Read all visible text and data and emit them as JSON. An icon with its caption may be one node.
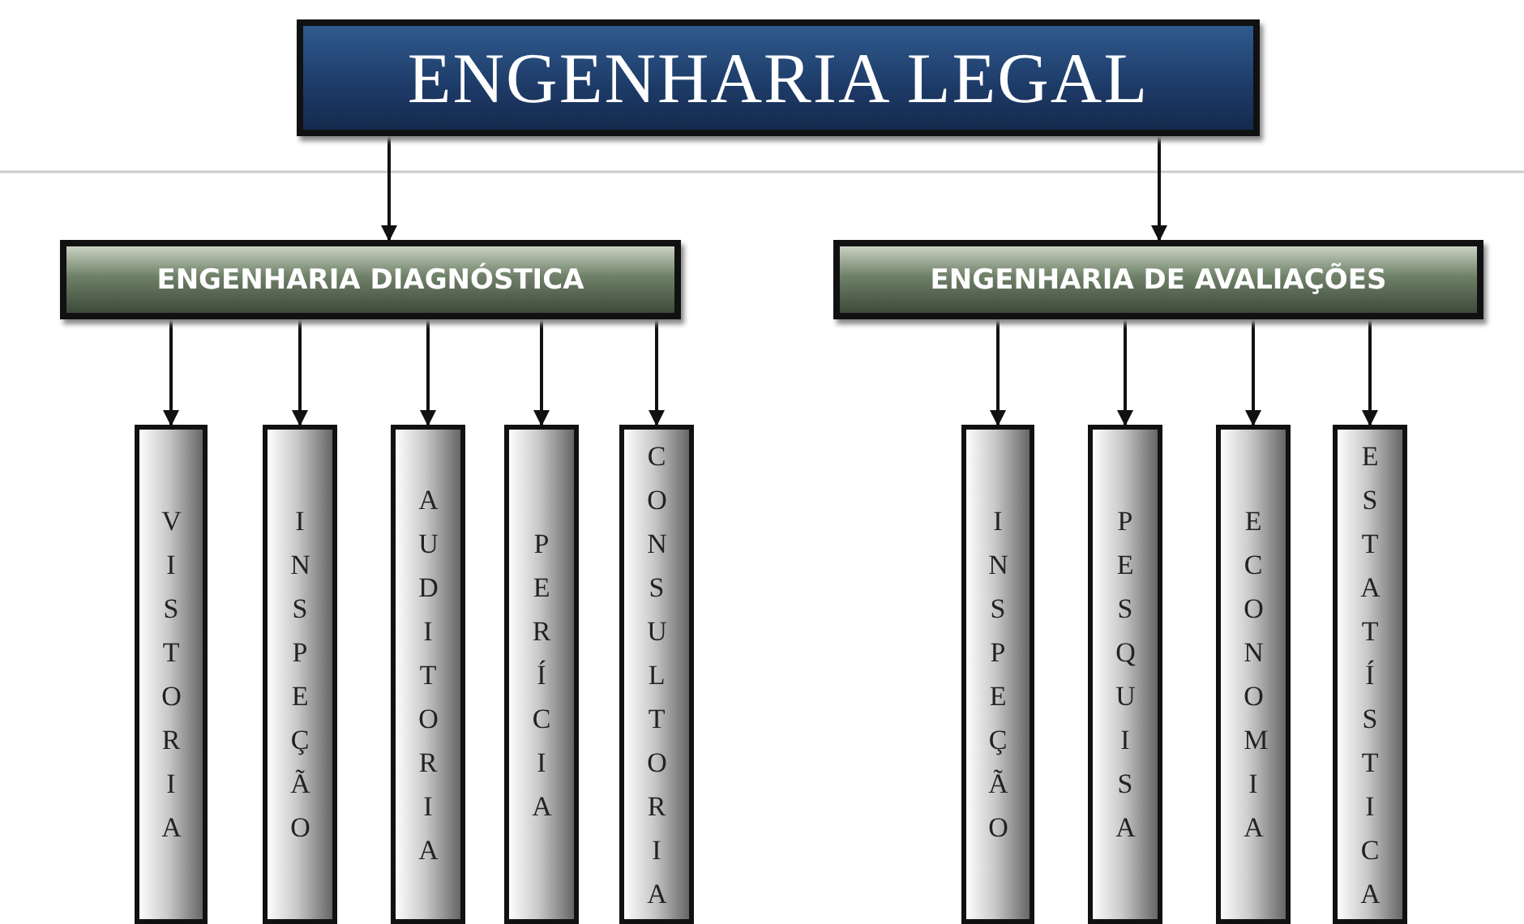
{
  "diagram": {
    "nodes": [
      {
        "text": [
          "ENGENHARIA LEGAL"
        ]
      },
      {
        "text": [
          "ENGENHARIA DIAGNÓSTICA"
        ]
      },
      {
        "text": [
          "ENGENHARIA DE AVALIAÇÕES"
        ]
      },
      {
        "text": [
          "VISTORIA"
        ]
      },
      {
        "text": [
          "INSPEÇÃO"
        ]
      },
      {
        "text": [
          "AUDITORIA"
        ]
      },
      {
        "text": [
          "PERÍCIA"
        ]
      },
      {
        "text": [
          "CONSULTORIA"
        ]
      },
      {
        "text": [
          "INSPEÇÃO"
        ]
      },
      {
        "text": [
          "PESQUISA"
        ]
      },
      {
        "text": [
          "ECONOMIA"
        ]
      },
      {
        "text": [
          "ESTATÍSTICA"
        ]
      }
    ],
    "edges": [
      {
        "from": 0,
        "to": 1,
        "arrow": "to"
      },
      {
        "from": 0,
        "to": 2,
        "arrow": "to"
      },
      {
        "from": 1,
        "to": 3,
        "arrow": "to"
      },
      {
        "from": 1,
        "to": 4,
        "arrow": "to"
      },
      {
        "from": 1,
        "to": 5,
        "arrow": "to"
      },
      {
        "from": 1,
        "to": 6,
        "arrow": "to"
      },
      {
        "from": 1,
        "to": 7,
        "arrow": "to"
      },
      {
        "from": 2,
        "to": 8,
        "arrow": "to"
      },
      {
        "from": 2,
        "to": 9,
        "arrow": "to"
      },
      {
        "from": 2,
        "to": 10,
        "arrow": "to"
      },
      {
        "from": 2,
        "to": 11,
        "arrow": "to"
      }
    ]
  }
}
